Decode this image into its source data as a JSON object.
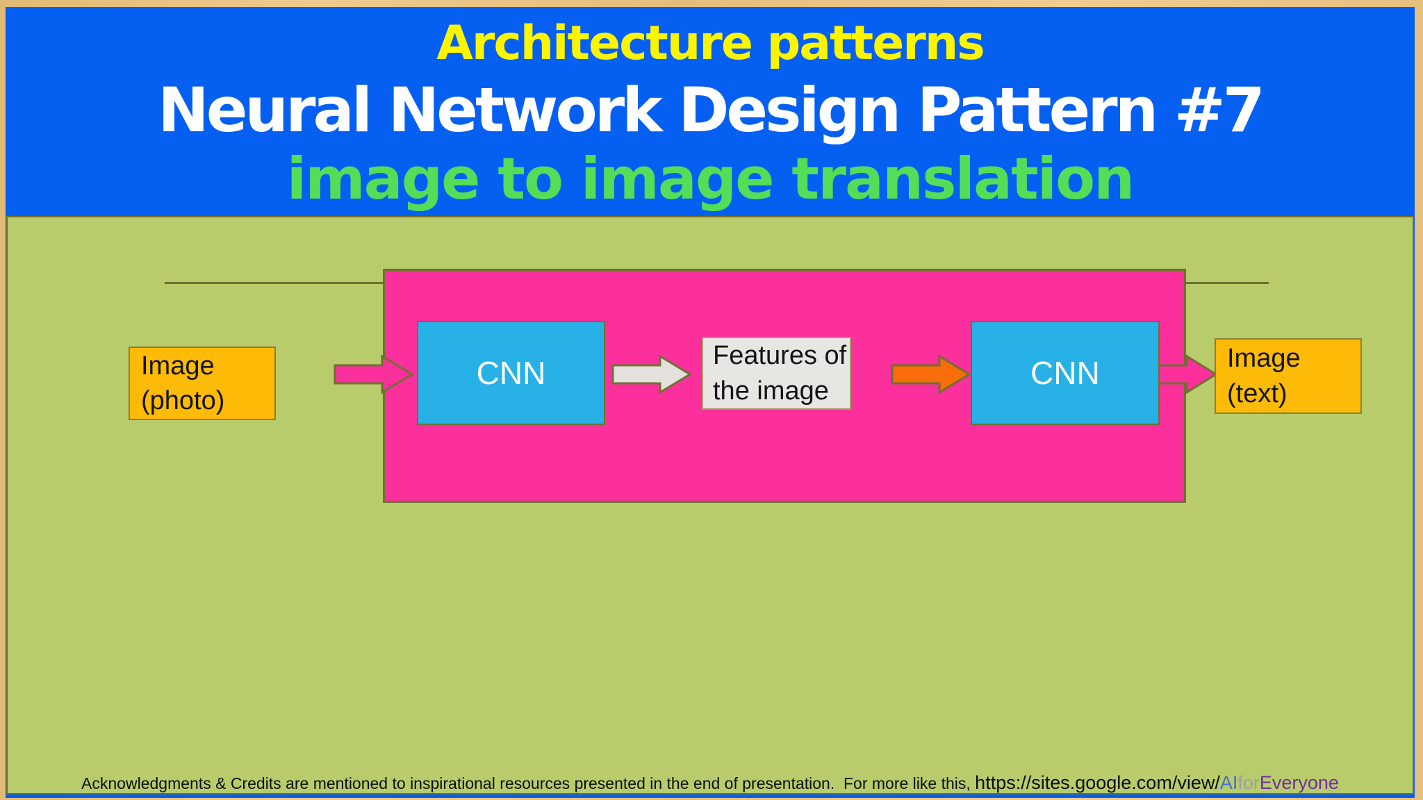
{
  "header": {
    "line1": "Architecture patterns",
    "line2": "Neural Network Design Pattern #7",
    "line3": "image to image translation"
  },
  "diagram": {
    "input_label": "Image\n(photo)",
    "cnn1_label": "CNN",
    "features_label": "Features of\nthe image",
    "cnn2_label": "CNN",
    "output_label": "Image\n(text)"
  },
  "footer": {
    "credits": "Acknowledgments & Credits are mentioned to inspirational resources presented in the end of presentation.  For more like this, ",
    "url_prefix": "https://sites.google.com/view/",
    "url_ai": "AI",
    "url_for": "for",
    "url_everyone": "Everyone"
  },
  "colors": {
    "frame_wood": "#e8c283",
    "slide_blue": "#0560f2",
    "title_yellow": "#fdf500",
    "title_white": "#ffffff",
    "title_green": "#53de58",
    "body_green": "#b9cc6c",
    "outline_olive": "#6f7030",
    "panel_magenta": "#fb309c",
    "cnn_cyan": "#27b1e7",
    "io_gold": "#fdba07",
    "features_gray": "#e7e6e3",
    "arrow_gray": "#e2e1de",
    "arrow_orange": "#f96d0b",
    "link_blue": "#4472c4",
    "link_gray": "#a0a0a0",
    "link_purple": "#7030a0"
  }
}
